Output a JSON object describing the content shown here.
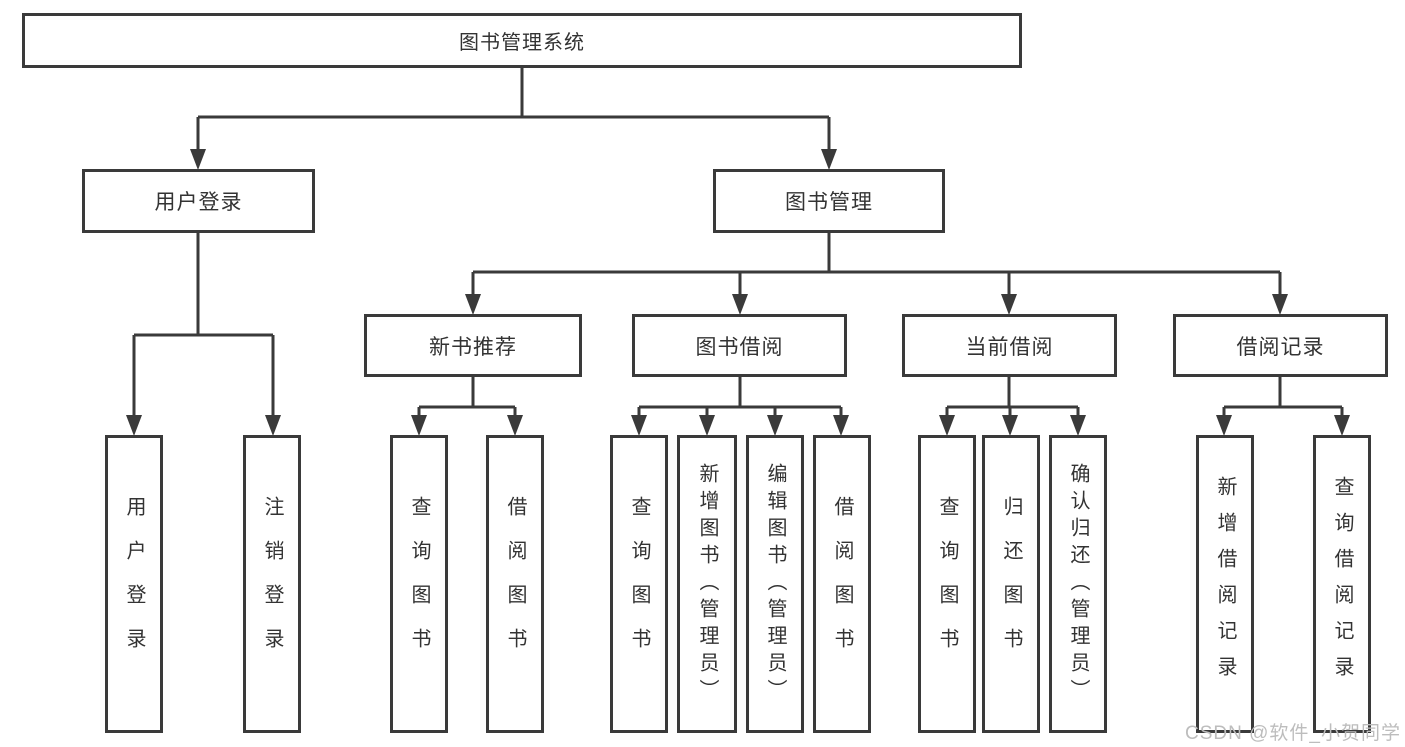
{
  "nodes": {
    "root": {
      "label": "图书管理系统"
    },
    "level2": [
      {
        "label": "用户登录"
      },
      {
        "label": "图书管理"
      }
    ],
    "level3": [
      {
        "label": "新书推荐"
      },
      {
        "label": "图书借阅"
      },
      {
        "label": "当前借阅"
      },
      {
        "label": "借阅记录"
      }
    ],
    "leaves": [
      {
        "label": "用户登录"
      },
      {
        "label": "注销登录"
      },
      {
        "label": "查询图书"
      },
      {
        "label": "借阅图书"
      },
      {
        "label": "查询图书"
      },
      {
        "label": "新增图书（管理员）"
      },
      {
        "label": "编辑图书（管理员）"
      },
      {
        "label": "借阅图书"
      },
      {
        "label": "查询图书"
      },
      {
        "label": "归还图书"
      },
      {
        "label": "确认归还（管理员）"
      },
      {
        "label": "新增借阅记录"
      },
      {
        "label": "查询借阅记录"
      }
    ]
  },
  "watermark": {
    "text": "CSDN @软件_小贺同学"
  },
  "colors": {
    "line": "#3a3a3a",
    "text": "#333333",
    "watermark": "#bdbdbd",
    "background": "#ffffff"
  }
}
